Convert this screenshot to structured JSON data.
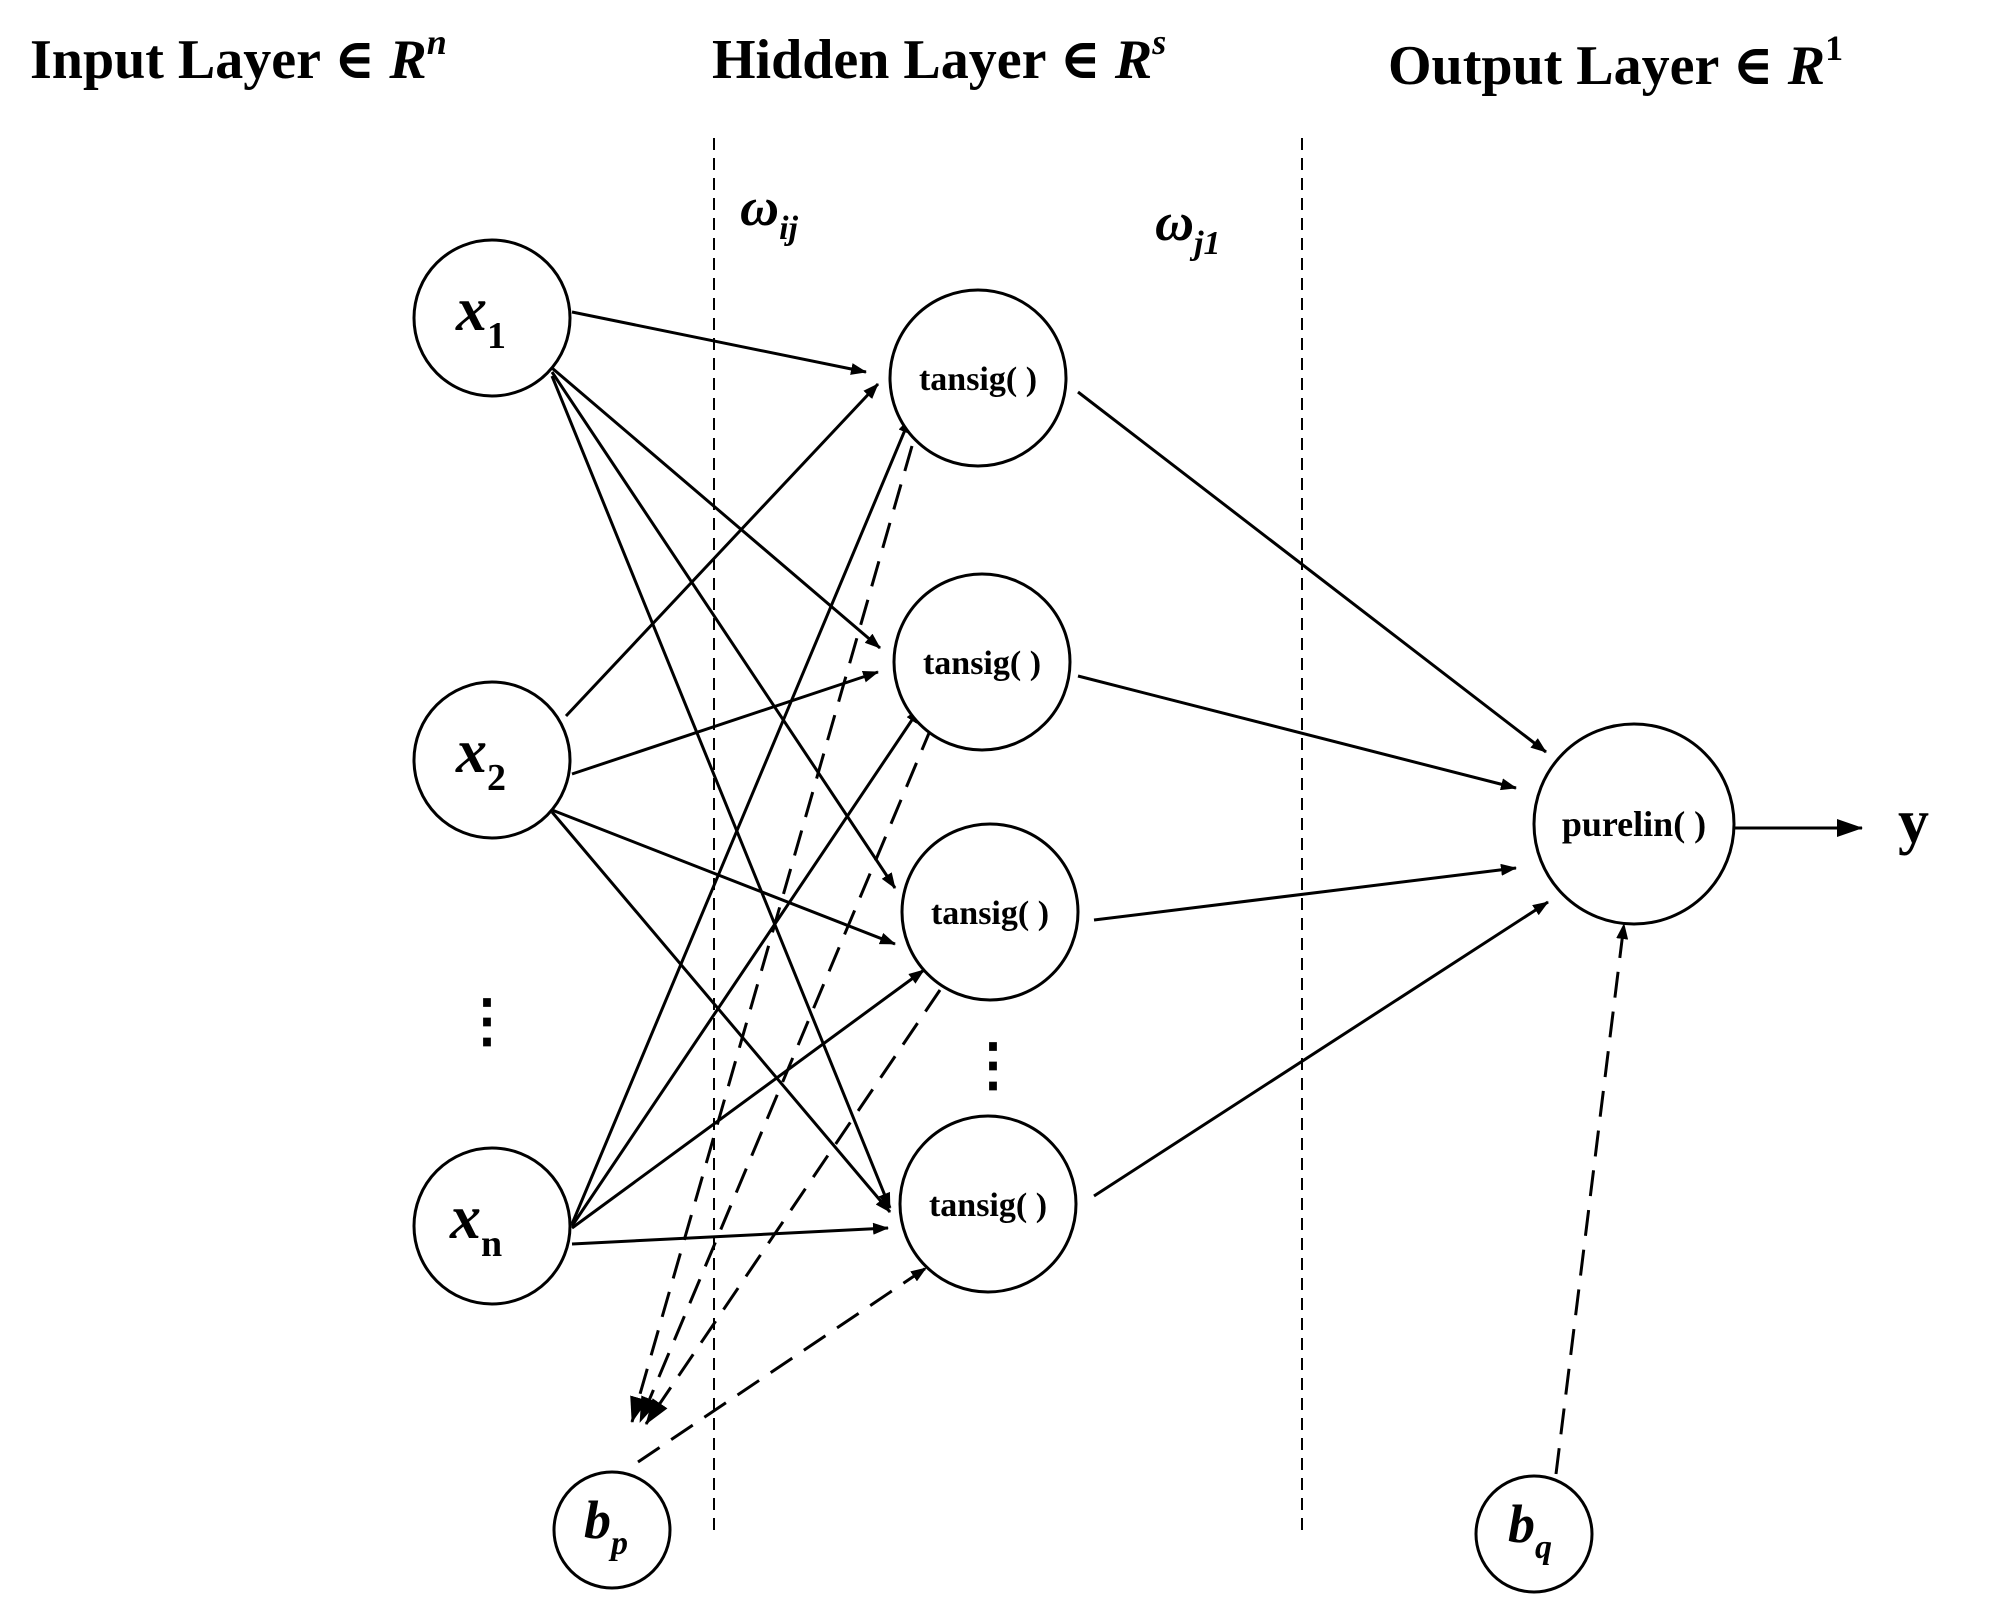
{
  "layers": {
    "input": {
      "title": "Input Layer ∈ ",
      "space": "R",
      "dim": "n"
    },
    "hidden": {
      "title": "Hidden Layer ∈ ",
      "space": "R",
      "dim": "s"
    },
    "output": {
      "title": "Output Layer ∈ ",
      "space": "R",
      "dim": "1"
    }
  },
  "weights": {
    "input_hidden": {
      "symbol": "ω",
      "sub": "ij"
    },
    "hidden_output": {
      "symbol": "ω",
      "sub": "j1"
    }
  },
  "input_nodes": [
    {
      "var": "x",
      "sub": "1"
    },
    {
      "var": "x",
      "sub": "2"
    },
    {
      "var": "x",
      "sub": "n"
    }
  ],
  "input_ellipsis": "⋮",
  "hidden_nodes": [
    {
      "label": "tansig( )"
    },
    {
      "label": "tansig( )"
    },
    {
      "label": "tansig( )"
    },
    {
      "label": "tansig( )"
    }
  ],
  "hidden_ellipsis": "⋮",
  "output_node": {
    "label": "purelin( )"
  },
  "output_var": "y",
  "bias_hidden": {
    "var": "b",
    "sub": "p"
  },
  "bias_output": {
    "var": "b",
    "sub": "q"
  }
}
